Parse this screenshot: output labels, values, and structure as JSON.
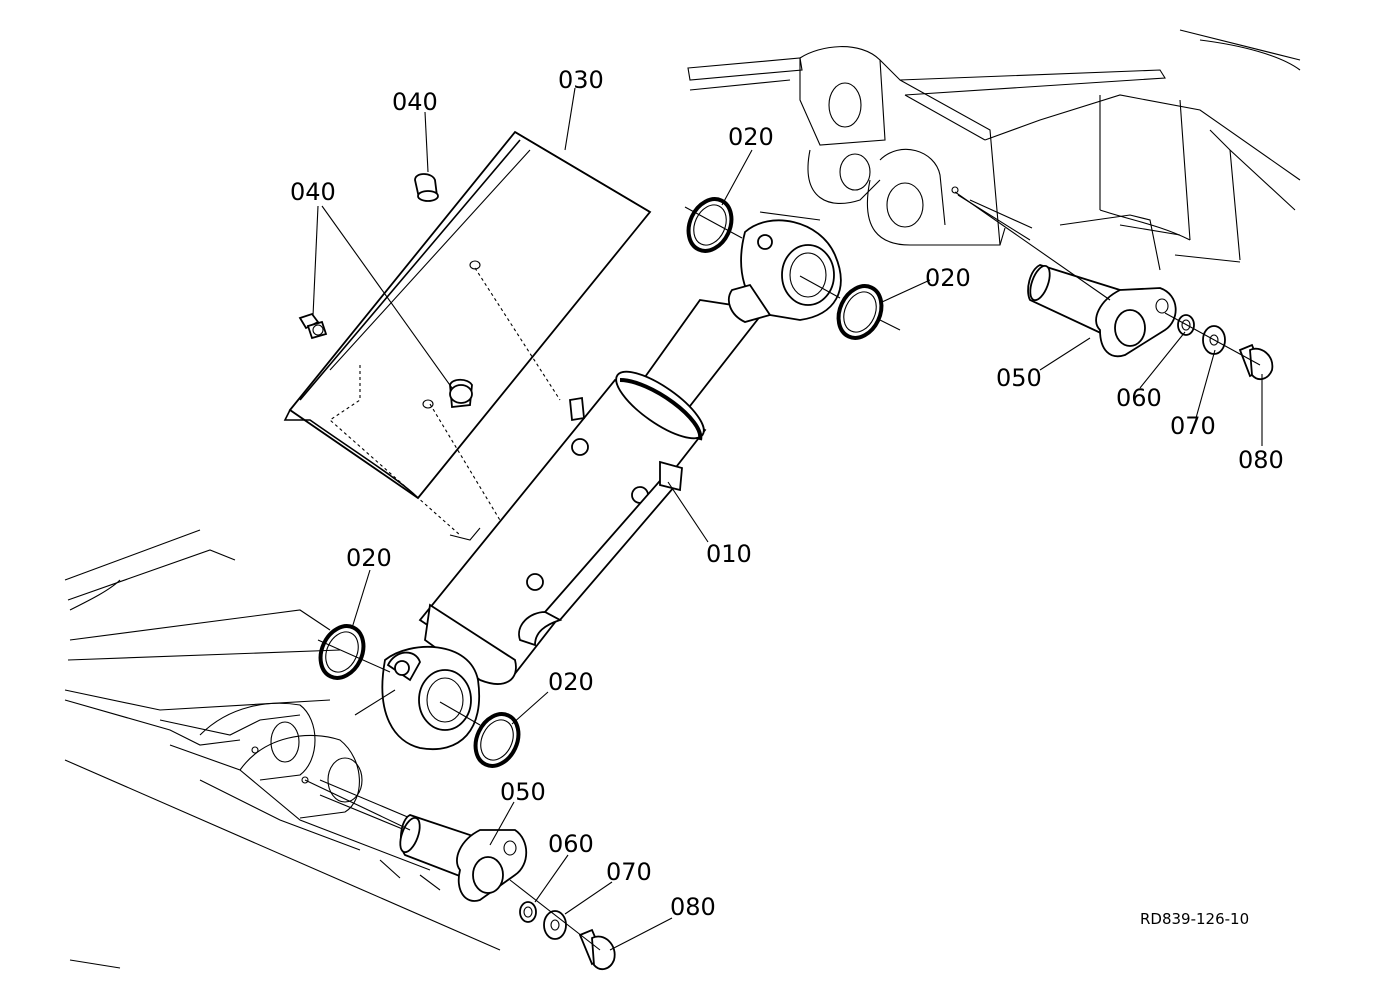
{
  "diagram": {
    "drawing_code": "RD839-126-10",
    "callouts": [
      {
        "id": "c030",
        "text": "030"
      },
      {
        "id": "c040a",
        "text": "040"
      },
      {
        "id": "c040b",
        "text": "040"
      },
      {
        "id": "c020a",
        "text": "020"
      },
      {
        "id": "c020b",
        "text": "020"
      },
      {
        "id": "c020c",
        "text": "020"
      },
      {
        "id": "c020d",
        "text": "020"
      },
      {
        "id": "c010",
        "text": "010"
      },
      {
        "id": "c050a",
        "text": "050"
      },
      {
        "id": "c060a",
        "text": "060"
      },
      {
        "id": "c070a",
        "text": "070"
      },
      {
        "id": "c080a",
        "text": "080"
      },
      {
        "id": "c050b",
        "text": "050"
      },
      {
        "id": "c060b",
        "text": "060"
      },
      {
        "id": "c070b",
        "text": "070"
      },
      {
        "id": "c080b",
        "text": "080"
      }
    ]
  }
}
